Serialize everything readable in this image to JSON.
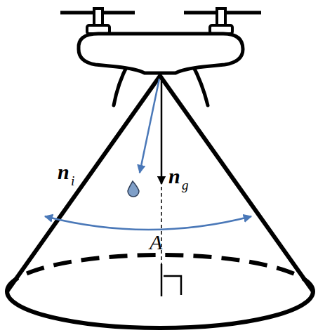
{
  "diagram": {
    "labels": [
      "n",
      "i",
      "n",
      "g",
      "A"
    ]
  }
}
